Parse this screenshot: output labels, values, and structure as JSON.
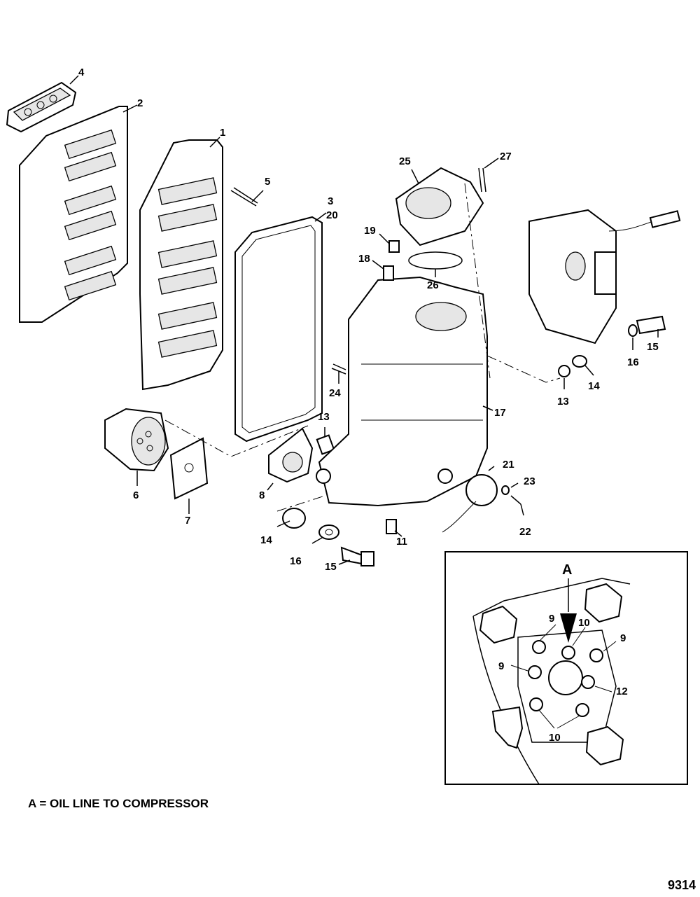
{
  "callouts": {
    "c1": "1",
    "c2": "2",
    "c3": "3",
    "c4": "4",
    "c5": "5",
    "c6": "6",
    "c7": "7",
    "c8": "8",
    "c11": "11",
    "c13a": "13",
    "c13b": "13",
    "c14a": "14",
    "c14b": "14",
    "c15a": "15",
    "c15b": "15",
    "c16a": "16",
    "c16b": "16",
    "c17": "17",
    "c18": "18",
    "c19": "19",
    "c20": "20",
    "c21": "21",
    "c22": "22",
    "c23": "23",
    "c24": "24",
    "c25": "25",
    "c26": "26",
    "c27": "27"
  },
  "detail": {
    "view_label": "A",
    "c9a": "9",
    "c9b": "9",
    "c9c": "9",
    "c10a": "10",
    "c10b": "10",
    "c12": "12"
  },
  "legend": "A = OIL LINE TO COMPRESSOR",
  "figure_number": "9314"
}
